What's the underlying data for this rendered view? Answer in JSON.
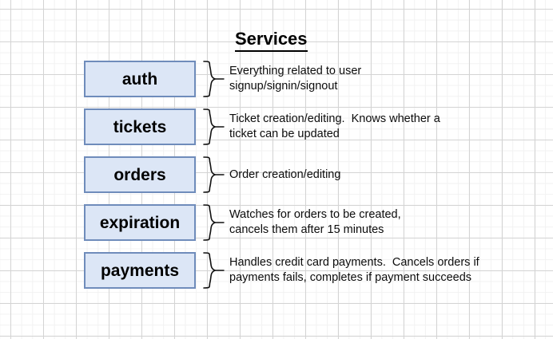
{
  "diagram": {
    "title": "Services",
    "background": {
      "grid_minor_color": "#f2f2f2",
      "grid_major_color": "#d4d4d4",
      "page_color": "#ffffff"
    },
    "box_style": {
      "fill": "#dce6f6",
      "border": "#6f8cbb"
    },
    "rows": [
      {
        "service": "auth",
        "connector": "curly-brace",
        "description_lines": [
          "Everything related to user",
          "signup/signin/signout"
        ]
      },
      {
        "service": "tickets",
        "connector": "curly-brace",
        "description_lines": [
          "Ticket creation/editing.  Knows whether a",
          "ticket can be updated"
        ]
      },
      {
        "service": "orders",
        "connector": "curly-brace",
        "description_lines": [
          "Order creation/editing"
        ]
      },
      {
        "service": "expiration",
        "connector": "curly-brace",
        "description_lines": [
          "Watches for orders to be created,",
          "cancels them after 15 minutes"
        ]
      },
      {
        "service": "payments",
        "connector": "curly-brace",
        "description_lines": [
          "Handles credit card payments.  Cancels orders if",
          "payments fails, completes if payment succeeds"
        ]
      }
    ]
  }
}
